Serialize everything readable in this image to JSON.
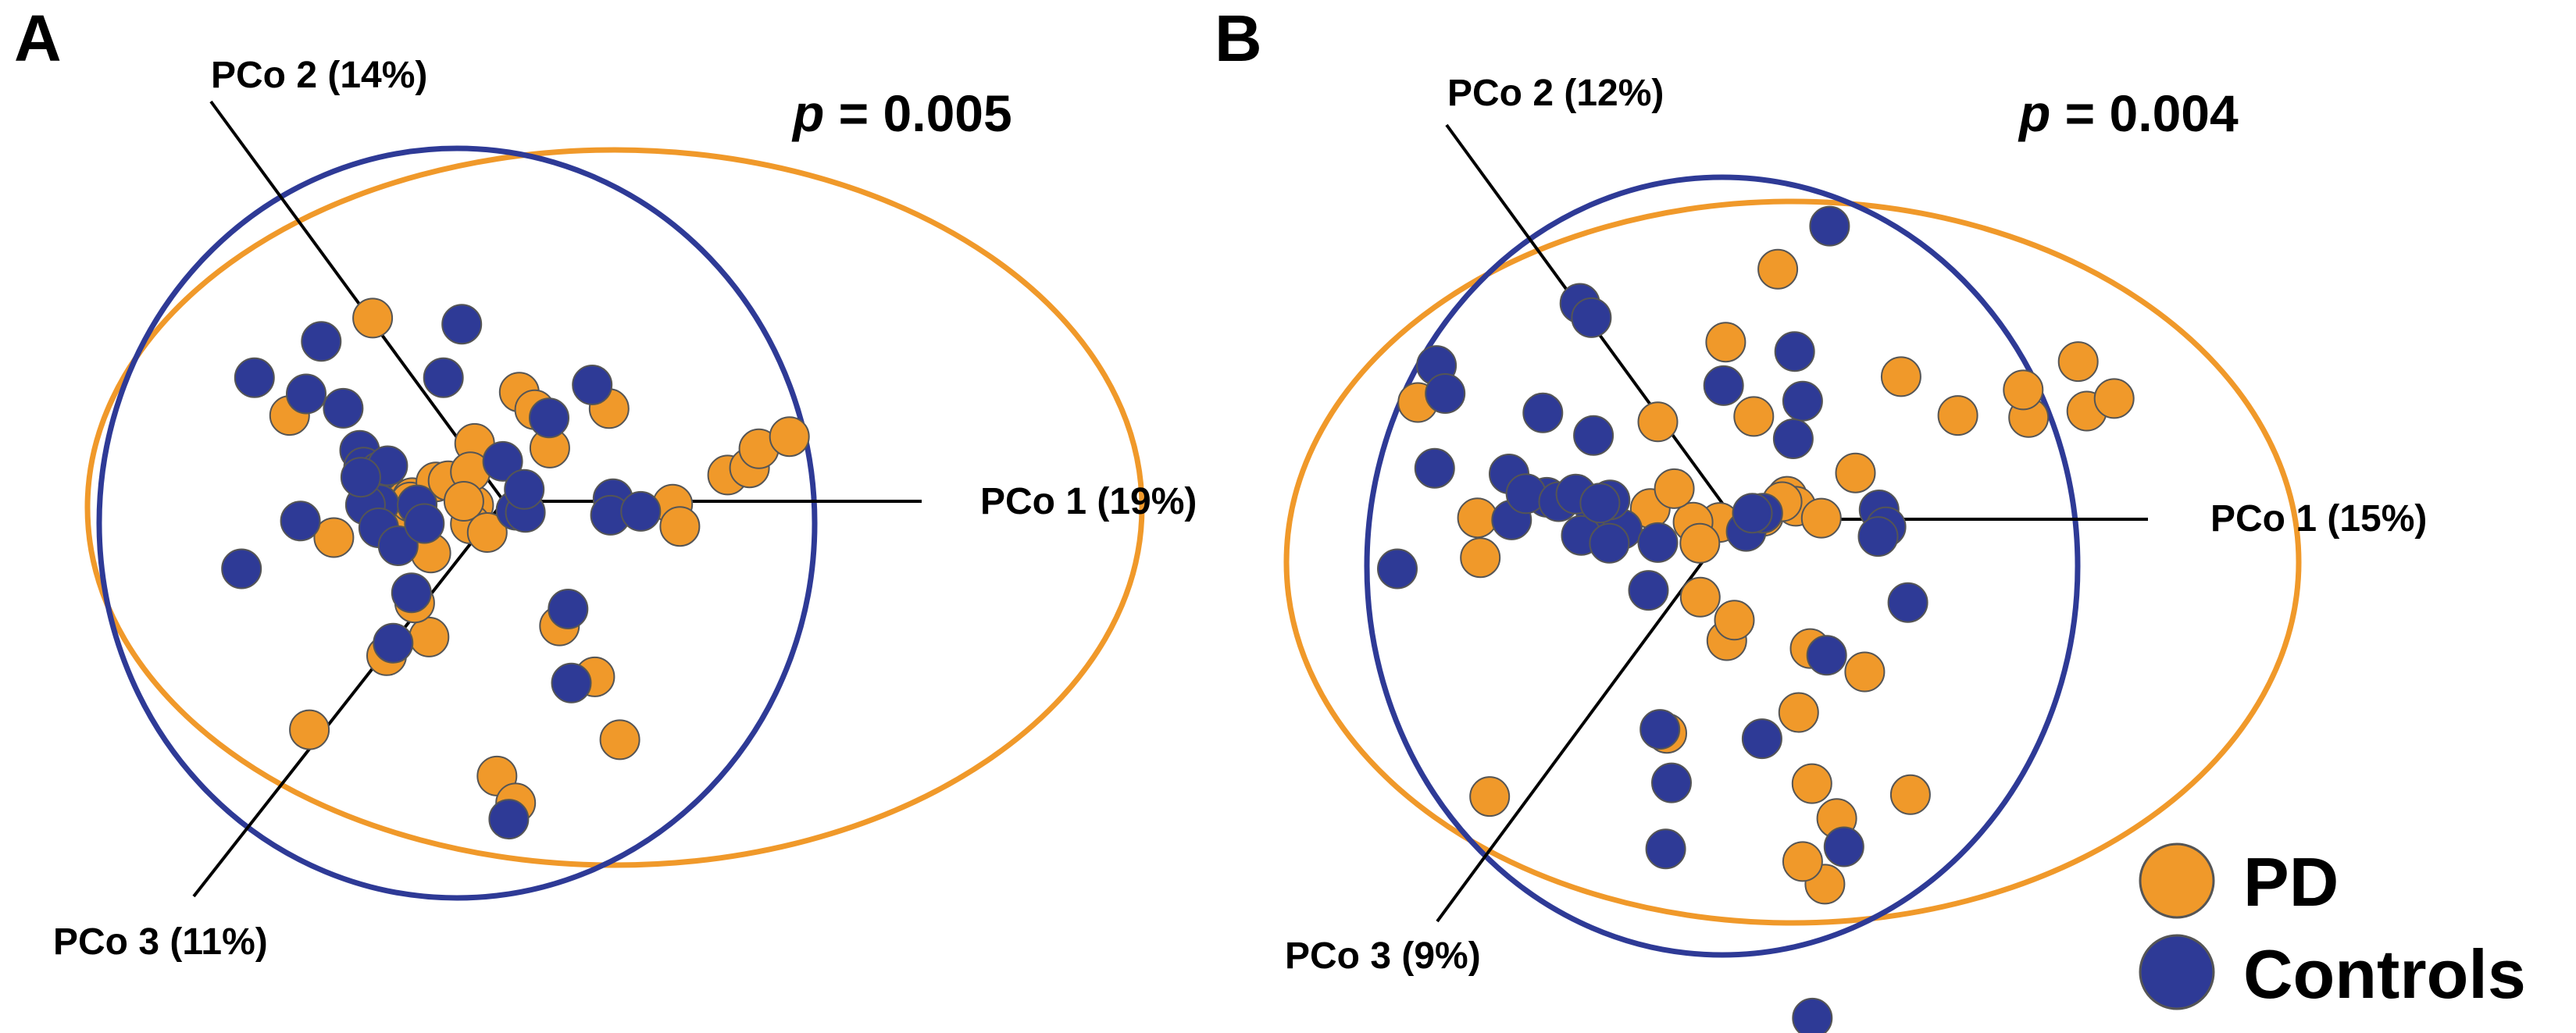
{
  "colors": {
    "pd": "#F0992A",
    "controls": "#2E3A96",
    "axis": "#000000",
    "point_stroke": "#555555"
  },
  "legend": {
    "pd_label": "PD",
    "controls_label": "Controls"
  },
  "chart_data": [
    {
      "type": "scatter",
      "panel": "A",
      "p_prefix": "p",
      "p_suffix": " = 0.005",
      "axes": {
        "pco1": "PCo 1 (19%)",
        "pco2": "PCo 2 (14%)",
        "pco3": "PCo 3 (11%)"
      },
      "series": [
        {
          "name": "PD",
          "points": [
            [
              -3.65,
              5.1
            ],
            [
              -5.96,
              2.39
            ],
            [
              -4.73,
              -1.01
            ],
            [
              -3.37,
              0.66
            ],
            [
              -2.55,
              0.1
            ],
            [
              -2.6,
              -0.61
            ],
            [
              -2.6,
              -0.02
            ],
            [
              -0.81,
              1.61
            ],
            [
              -1.89,
              0.54
            ],
            [
              -1.55,
              0.57
            ],
            [
              -0.84,
              -0.11
            ],
            [
              -0.93,
              0.82
            ],
            [
              -0.93,
              -0.63
            ],
            [
              -1.11,
              0.0
            ],
            [
              -0.46,
              -0.87
            ],
            [
              -2.03,
              -1.44
            ],
            [
              -2.08,
              -3.78
            ],
            [
              -2.48,
              -2.83
            ],
            [
              -3.26,
              -4.3
            ],
            [
              -5.41,
              -6.36
            ],
            [
              -0.19,
              -7.65
            ],
            [
              0.33,
              -8.4
            ],
            [
              0.43,
              3.04
            ],
            [
              1.28,
              1.48
            ],
            [
              0.86,
              2.55
            ],
            [
              1.55,
              -3.47
            ],
            [
              2.53,
              -4.89
            ],
            [
              3.23,
              -6.64
            ],
            [
              2.93,
              2.58
            ],
            [
              4.7,
              -0.08
            ],
            [
              4.9,
              -0.7
            ],
            [
              6.23,
              0.73
            ],
            [
              6.84,
              0.93
            ],
            [
              7.1,
              1.46
            ],
            [
              7.95,
              1.8
            ]
          ]
        },
        {
          "name": "Controls",
          "points": [
            [
              -5.08,
              4.45
            ],
            [
              -5.5,
              2.99
            ],
            [
              -5.66,
              -0.55
            ],
            [
              -6.94,
              3.44
            ],
            [
              -7.3,
              -1.88
            ],
            [
              -4.47,
              2.59
            ],
            [
              -4.01,
              1.42
            ],
            [
              -3.9,
              0.95
            ],
            [
              -3.47,
              0.82
            ],
            [
              -3.23,
              0.99
            ],
            [
              -3.47,
              -0.09
            ],
            [
              -3.85,
              -0.1
            ],
            [
              -3.48,
              -0.74
            ],
            [
              -2.94,
              -1.24
            ],
            [
              -2.57,
              -2.55
            ],
            [
              -3.08,
              -3.95
            ],
            [
              -2.41,
              -0.1
            ],
            [
              -2.21,
              -0.62
            ],
            [
              -1.68,
              3.44
            ],
            [
              -1.17,
              4.93
            ],
            [
              -0.03,
              1.11
            ],
            [
              0.34,
              -0.25
            ],
            [
              0.6,
              -0.31
            ],
            [
              0.57,
              0.33
            ],
            [
              1.79,
              -3.0
            ],
            [
              3.04,
              0.07
            ],
            [
              2.97,
              -0.39
            ],
            [
              3.81,
              -0.28
            ],
            [
              1.26,
              2.32
            ],
            [
              2.46,
              3.24
            ],
            [
              1.88,
              -5.06
            ],
            [
              0.14,
              -8.85
            ],
            [
              -3.98,
              0.67
            ]
          ]
        }
      ]
    },
    {
      "type": "scatter",
      "panel": "B",
      "p_prefix": "p",
      "p_suffix": " = 0.004",
      "axes": {
        "pco1": "PCo 1 (15%)",
        "pco2": "PCo 2 (12%)",
        "pco3": "PCo 3 (9%)"
      },
      "series": [
        {
          "name": "PD",
          "points": [
            [
              -8.8,
              3.25
            ],
            [
              -7.14,
              0.04
            ],
            [
              -7.06,
              -1.07
            ],
            [
              -2.12,
              2.71
            ],
            [
              -0.4,
              -0.09
            ],
            [
              -1.14,
              -0.08
            ],
            [
              -0.95,
              -0.67
            ],
            [
              -3.87,
              -0.34
            ],
            [
              -0.94,
              -2.17
            ],
            [
              -0.2,
              -3.38
            ],
            [
              -1.87,
              -5.96
            ],
            [
              -6.8,
              -7.72
            ],
            [
              -2.33,
              0.3
            ],
            [
              -1.66,
              0.85
            ],
            [
              0.55,
              2.86
            ],
            [
              1.48,
              0.64
            ],
            [
              0.82,
              0.08
            ],
            [
              1.72,
              0.36
            ],
            [
              1.34,
              0.49
            ],
            [
              2.43,
              0.03
            ],
            [
              1.8,
              -5.38
            ],
            [
              2.12,
              -3.6
            ],
            [
              3.64,
              -4.25
            ],
            [
              2.86,
              -8.33
            ],
            [
              2.53,
              -10.16
            ],
            [
              1.91,
              -9.53
            ],
            [
              2.17,
              -7.36
            ],
            [
              4.91,
              -7.67
            ],
            [
              -0.23,
              4.93
            ],
            [
              1.22,
              6.96
            ],
            [
              4.65,
              3.97
            ],
            [
              6.23,
              2.89
            ],
            [
              8.2,
              2.83
            ],
            [
              8.05,
              3.6
            ],
            [
              9.82,
              3.01
            ],
            [
              9.58,
              4.39
            ],
            [
              10.58,
              3.36
            ],
            [
              0.01,
              -2.81
            ],
            [
              3.38,
              1.29
            ]
          ]
        },
        {
          "name": "Controls",
          "points": [
            [
              -4.29,
              6.01
            ],
            [
              -8.28,
              4.28
            ],
            [
              -8.04,
              3.5
            ],
            [
              -8.33,
              1.42
            ],
            [
              -9.37,
              -1.38
            ],
            [
              -5.32,
              2.96
            ],
            [
              -3.91,
              2.33
            ],
            [
              -6.26,
              1.26
            ],
            [
              -5.21,
              0.61
            ],
            [
              -6.19,
              -0.02
            ],
            [
              -5.79,
              0.71
            ],
            [
              -4.88,
              0.49
            ],
            [
              -3.84,
              0.06
            ],
            [
              -4.25,
              -0.45
            ],
            [
              -2.38,
              -1.98
            ],
            [
              -2.06,
              -5.85
            ],
            [
              -1.74,
              -7.34
            ],
            [
              -1.9,
              -9.18
            ],
            [
              -4.4,
              0.7
            ],
            [
              -3.11,
              -0.28
            ],
            [
              -2.12,
              -0.65
            ],
            [
              -3.45,
              0.54
            ],
            [
              -3.47,
              -0.67
            ],
            [
              -3.73,
              0.45
            ],
            [
              -3.97,
              5.61
            ],
            [
              -0.29,
              3.72
            ],
            [
              0.34,
              -0.34
            ],
            [
              0.8,
              0.17
            ],
            [
              0.51,
              0.17
            ],
            [
              1.69,
              4.67
            ],
            [
              1.91,
              3.29
            ],
            [
              2.58,
              -3.79
            ],
            [
              4.04,
              0.26
            ],
            [
              4.23,
              -0.21
            ],
            [
              4.01,
              -0.48
            ],
            [
              4.84,
              -2.32
            ],
            [
              3.06,
              -9.12
            ],
            [
              2.18,
              -13.89
            ],
            [
              0.78,
              -6.11
            ],
            [
              2.66,
              8.16
            ],
            [
              1.65,
              2.24
            ]
          ]
        }
      ]
    }
  ]
}
